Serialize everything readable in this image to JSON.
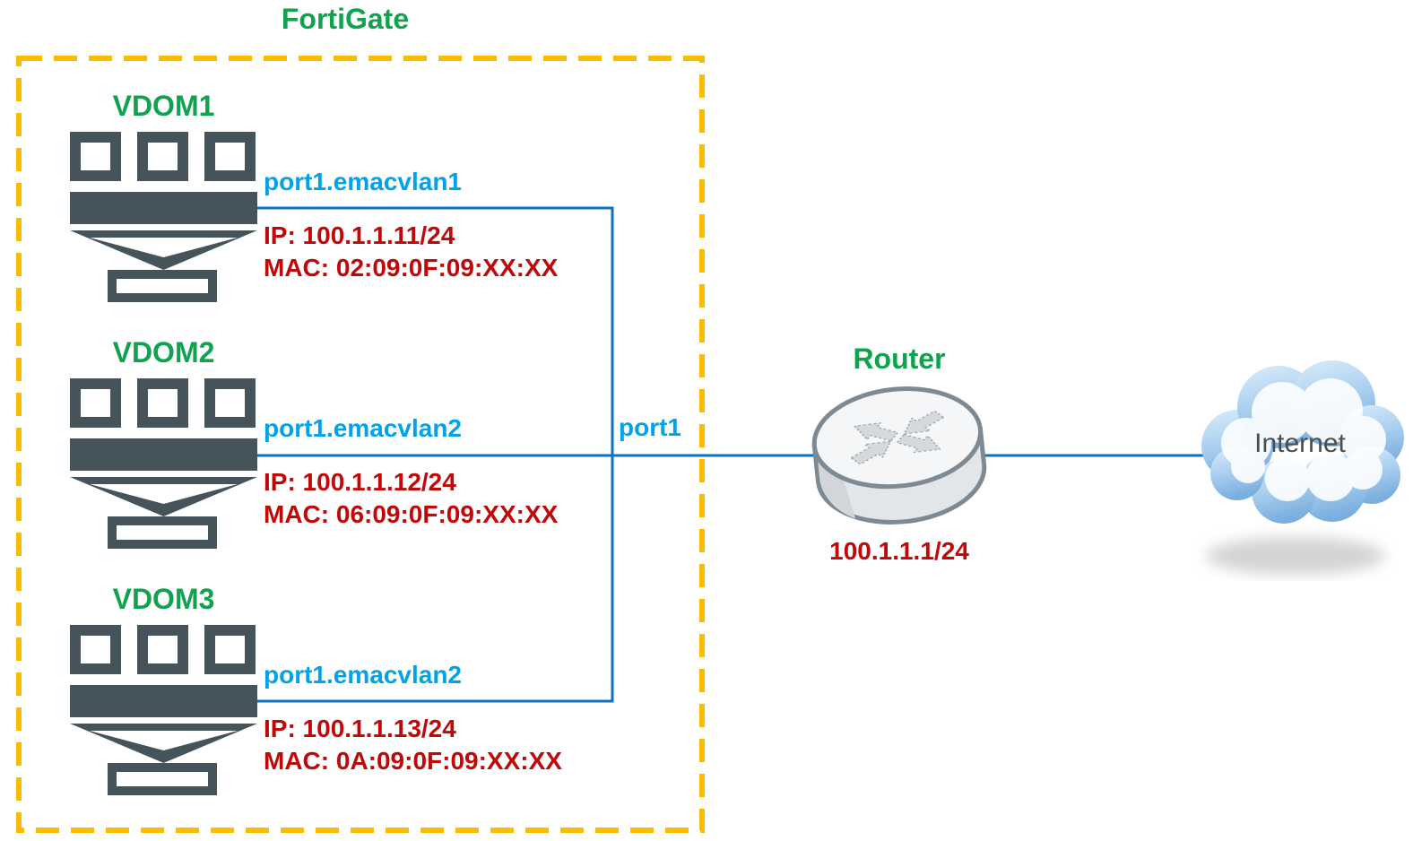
{
  "title": "FortiGate",
  "vdoms": [
    {
      "name": "VDOM1",
      "port_label": "port1.emacvlan1",
      "ip": "IP: 100.1.1.11/24",
      "mac": "MAC: 02:09:0F:09:XX:XX"
    },
    {
      "name": "VDOM2",
      "port_label": "port1.emacvlan2",
      "ip": "IP: 100.1.1.12/24",
      "mac": "MAC: 06:09:0F:09:XX:XX"
    },
    {
      "name": "VDOM3",
      "port_label": "port1.emacvlan2",
      "ip": "IP: 100.1.1.13/24",
      "mac": "MAC: 0A:09:0F:09:XX:XX"
    }
  ],
  "junction_port_label": "port1",
  "router": {
    "name": "Router",
    "ip": "100.1.1.1/24"
  },
  "internet": {
    "label": "Internet"
  },
  "icons": {
    "vdom": "firewall-vdom-icon",
    "router": "router-icon",
    "internet": "internet-cloud-icon"
  },
  "colors": {
    "label_green": "#10A24E",
    "port_cyan": "#00A2E8",
    "address_red": "#C00808",
    "connection_blue": "#0E72BE",
    "boundary_amber": "#FCBA00",
    "icon_slate": "#45535A"
  }
}
